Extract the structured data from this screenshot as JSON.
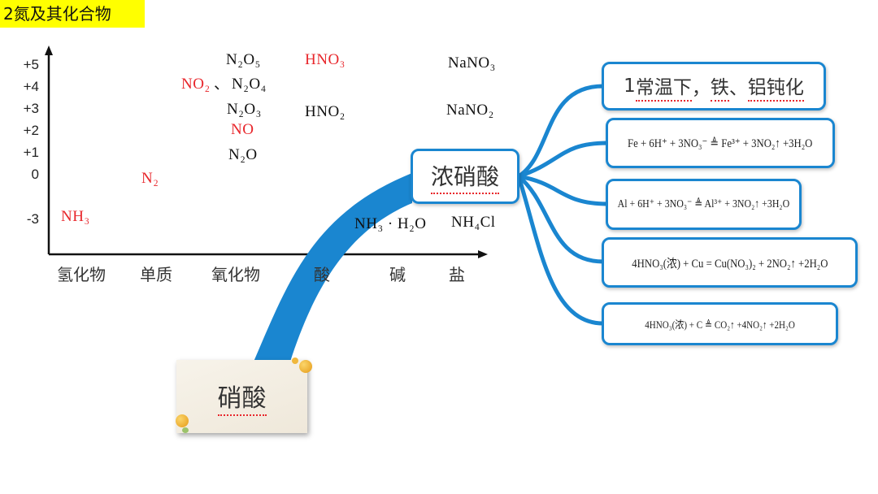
{
  "title": "2氮及其化合物",
  "valence_axis": {
    "ticks": [
      "+5",
      "+4",
      "+3",
      "+2",
      "+1",
      "0",
      "-3"
    ]
  },
  "category_axis": {
    "labels": [
      "氢化物",
      "单质",
      "氧化物",
      "酸",
      "碱",
      "盐"
    ]
  },
  "compounds": {
    "n2o5": {
      "text": "N₂O₅",
      "color": "#111111"
    },
    "hno3": {
      "text": "HNO₃",
      "color": "#e8262b"
    },
    "nano3": {
      "text": "NaNO₃",
      "color": "#111111"
    },
    "no2": {
      "text": "NO₂",
      "color": "#e8262b"
    },
    "separator": {
      "text": "、",
      "color": "#111111"
    },
    "n2o4": {
      "text": "N₂O₄",
      "color": "#111111"
    },
    "n2o3": {
      "text": "N₂O₃",
      "color": "#111111"
    },
    "hno2": {
      "text": "HNO₂",
      "color": "#111111"
    },
    "nano2": {
      "text": "NaNO₂",
      "color": "#111111"
    },
    "no": {
      "text": "NO",
      "color": "#e8262b"
    },
    "n2o": {
      "text": "N₂O",
      "color": "#111111"
    },
    "n2": {
      "text": "N₂",
      "color": "#e8262b"
    },
    "nh3": {
      "text": "NH₃",
      "color": "#e8262b"
    },
    "nh3h2o": {
      "text": "NH₃ · H₂O",
      "color": "#111111"
    },
    "nh4cl": {
      "text": "NH₄Cl",
      "color": "#111111"
    }
  },
  "concentrated_nitric_acid": {
    "label": "浓硝酸"
  },
  "properties": [
    {
      "segments": [
        {
          "text": "1"
        },
        {
          "text": "常温下",
          "emphasis": true
        },
        {
          "text": "，"
        },
        {
          "text": "铁",
          "emphasis": true
        },
        {
          "text": "、"
        },
        {
          "text": "铝钝化",
          "emphasis": true
        }
      ]
    },
    {
      "text": "Fe + 6H⁺ + 3NO₃⁻ ≜ Fe³⁺ + 3NO₂↑ +3H₂O"
    },
    {
      "text": "Al + 6H⁺ + 3NO₃⁻ ≜ Al³⁺ + 3NO₂↑ +3H₂O"
    },
    {
      "text": "4HNO₃(浓) + Cu = Cu(NO₃)₂ + 2NO₂↑ +2H₂O"
    },
    {
      "text": "4HNO₃(浓) + C ≜ CO₂↑ +4NO₂↑ +2H₂O"
    }
  ],
  "card": {
    "label": "硝酸"
  },
  "colors": {
    "title_background": "#ffff00",
    "accent_blue": "#1a86d0",
    "highlight_red": "#e8262b",
    "pin": "#f2b233"
  }
}
